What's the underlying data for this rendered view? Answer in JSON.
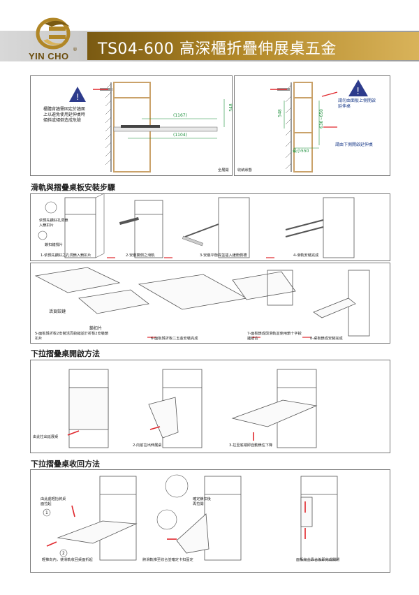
{
  "header": {
    "brand": "YIN CHO",
    "registered": "®",
    "title": "TS04-600 高深櫃折疊伸展桌五金"
  },
  "overview": {
    "warning_left": "櫃體背牆需固定於牆面上以避免使用延伸桌時傾斜或傾倒造成危險",
    "dim_open_width": "(1167)",
    "dim_open_slide": "(1104)",
    "dim_548_left": "548",
    "label_expanded": "全展開",
    "label_closed": "收納狀態",
    "warning_right": "請勿由面板上側開啟延伸桌",
    "dim_548_right": "548",
    "dim_height": "630~650",
    "dim_min": "最小550",
    "note_open_from_bottom": "請由下側開啟延伸桌"
  },
  "install": {
    "section_title": "滑軌與摺疊桌板安裝步驟",
    "hint_holes": "依預先鑽好孔洞鎖入鎖扣片",
    "hint_holes_tag": "鎖扣片",
    "small_label": "鎖扣鏈撐片",
    "step1": "1-依預先鑽好之孔洞鎖入鎖扣片",
    "step2": "2-安裝雙側之滑軌",
    "step3": "3-安裝平衡桿並插入緩衝側槽",
    "step4": "4-滑軌安裝完成",
    "label_hinge": "活頁鉸鏈",
    "label_lock": "鎖扣片",
    "step5": "5-面板與折板2安裝活頁鉸鏈並於折板2安裝鎖扣片",
    "step6": "6-面板與折板二五金安裝完成",
    "step7": "7-面板鎖成與滑軌並使用鎖十字鉸鏈結合",
    "step8": "8-桌板鎖成安裝完成"
  },
  "open_method": {
    "section_title": "下拉摺疊桌開啟方法",
    "step1": "由此拉出延展桌",
    "step2": "2-向前拉出伸展桌",
    "step3": "3-拉至底端即自動鎖住下降"
  },
  "close_method": {
    "section_title": "下拉摺疊桌收回方法",
    "note1": "由此處輕抬將桌面拉起",
    "num1": "1",
    "num2": "2",
    "note_left_bottom": "輕推向內，使滑軌收回桌面折起",
    "note_middle": "確定鎖扣後再拉開",
    "note_middle_bottom": "將滑軌推至收合並確定卡扣固定",
    "note_right_bottom": "面板完全靠合後即完成關閉"
  },
  "colors": {
    "gold": "#b08626",
    "dark_gold": "#7a5a12",
    "green_dim": "#1b8f3a",
    "warning": "#2d3b8c",
    "red_arrow": "#e0262b",
    "wood": "#caa26a"
  }
}
